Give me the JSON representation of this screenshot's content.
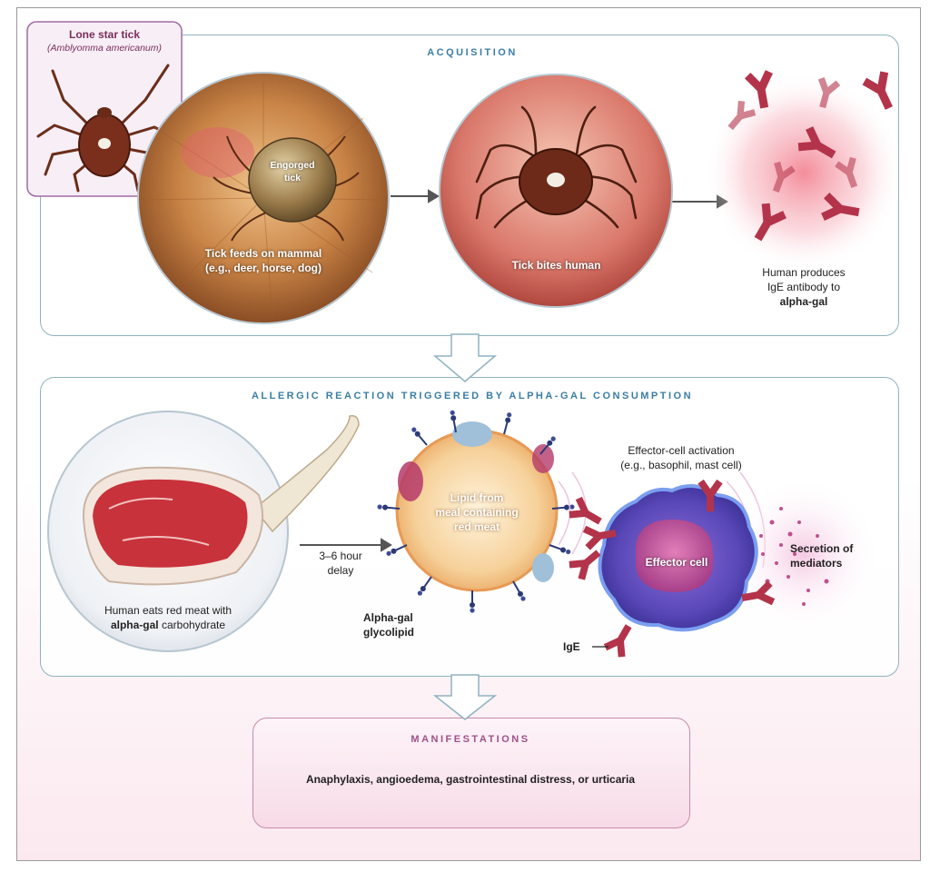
{
  "tick_box": {
    "title": "Lone star tick",
    "species": "(Amblyomma americanum)"
  },
  "acquisition": {
    "heading": "ACQUISITION",
    "engorged_label_1": "Engorged",
    "engorged_label_2": "tick",
    "feeds_line_1": "Tick feeds on mammal",
    "feeds_line_2": "(e.g., deer, horse, dog)",
    "bites_label": "Tick bites human",
    "produces_line_1": "Human produces",
    "produces_line_2": "IgE antibody to",
    "produces_line_3": "alpha-gal"
  },
  "reaction": {
    "heading": "ALLERGIC REACTION TRIGGERED BY ALPHA-GAL CONSUMPTION",
    "meat_line_1": "Human eats red meat with",
    "meat_bold": "alpha-gal",
    "meat_line_2_rest": " carbohydrate",
    "delay_line_1": "3–6 hour",
    "delay_line_2": "delay",
    "lipid_line_1": "Lipid from",
    "lipid_line_2": "meal containing",
    "lipid_line_3": "red meat",
    "glycolipid_line_1": "Alpha-gal",
    "glycolipid_line_2": "glycolipid",
    "activation_line_1": "Effector-cell activation",
    "activation_line_2": "(e.g., basophil, mast cell)",
    "effector_label": "Effector cell",
    "secretion_line_1": "Secretion of",
    "secretion_line_2": "mediators",
    "ige_label": "IgE"
  },
  "manifestations": {
    "heading": "MANIFESTATIONS",
    "text": "Anaphylaxis, angioedema, gastrointestinal distress, or urticaria"
  },
  "colors": {
    "panel_border": "#8fb2c2",
    "heading_blue": "#3b7ea3",
    "heading_purple": "#a0508a",
    "antibody": "#b3344a"
  }
}
